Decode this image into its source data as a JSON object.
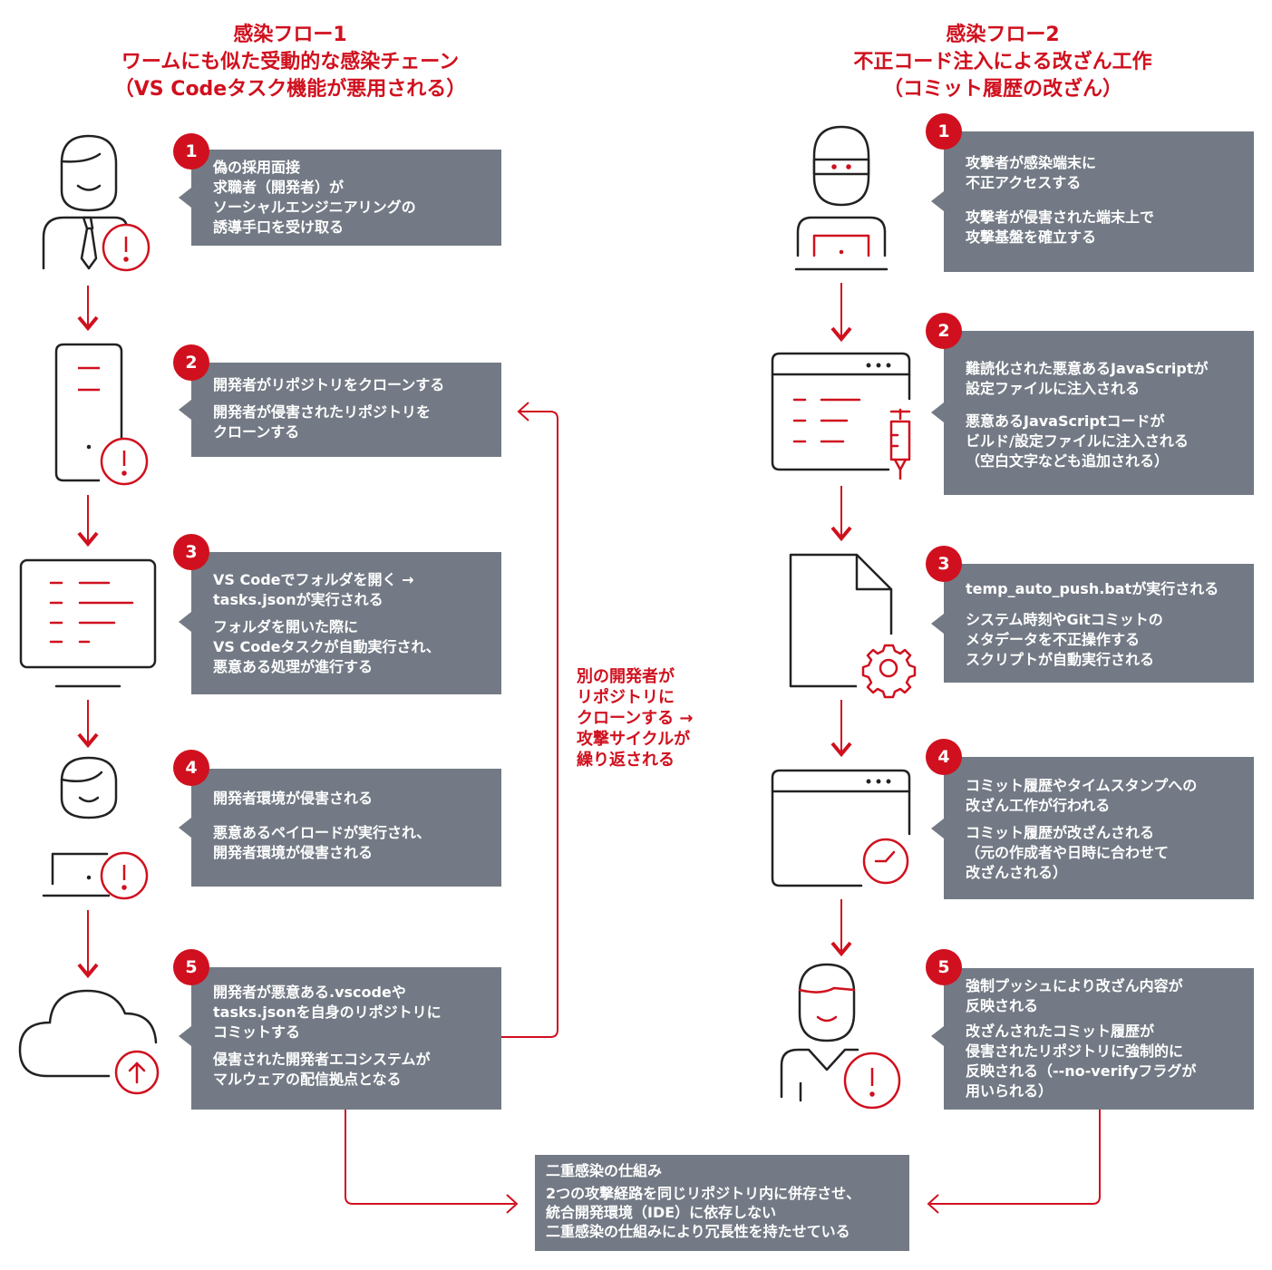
{
  "flow1": {
    "title": [
      "感染フロー1",
      "ワームにも似た受動的な感染チェーン",
      "（VS Codeタスク機能が悪用される）"
    ],
    "steps": [
      {
        "num": "1",
        "paras": [
          "偽の採用面接\n求職者（開発者）が\nソーシャルエンジニアリングの\n誘導手口を受け取る"
        ]
      },
      {
        "num": "2",
        "paras": [
          "開発者がリポジトリをクローンする",
          "開発者が侵害されたリポジトリを\nクローンする"
        ]
      },
      {
        "num": "3",
        "paras": [
          "VS Codeでフォルダを開く →\ntasks.jsonが実行される",
          "フォルダを開いた際に\nVS Codeタスクが自動実行され、\n悪意ある処理が進行する"
        ]
      },
      {
        "num": "4",
        "paras": [
          "開発者環境が侵害される",
          "悪意あるペイロードが実行され、\n開発者環境が侵害される"
        ]
      },
      {
        "num": "5",
        "paras": [
          "開発者が悪意ある.vscodeや\ntasks.jsonを自身のリポジトリに\nコミットする",
          "侵害された開発者エコシステムが\nマルウェアの配信拠点となる"
        ]
      }
    ],
    "cycle_text": "別の開発者が\nリポジトリに\nクローンする →\n攻撃サイクルが\n繰り返される"
  },
  "flow2": {
    "title": [
      "感染フロー2",
      "不正コード注入による改ざん工作",
      "（コミット履歴の改ざん）"
    ],
    "steps": [
      {
        "num": "1",
        "paras": [
          "攻撃者が感染端末に\n不正アクセスする",
          "攻撃者が侵害された端末上で\n攻撃基盤を確立する"
        ]
      },
      {
        "num": "2",
        "paras": [
          "難読化された悪意あるJavaScriptが\n設定ファイルに注入される",
          "悪意あるJavaScriptコードが\nビルド/設定ファイルに注入される\n（空白文字なども追加される）"
        ]
      },
      {
        "num": "3",
        "paras": [
          "temp_auto_push.batが実行される",
          "システム時刻やGitコミットの\nメタデータを不正操作する\nスクリプトが自動実行される"
        ]
      },
      {
        "num": "4",
        "paras": [
          "コミット履歴やタイムスタンプへの\n改ざん工作が行われる",
          "コミット履歴が改ざんされる\n（元の作成者や日時に合わせて\n改ざんされる）"
        ]
      },
      {
        "num": "5",
        "paras": [
          "強制プッシュにより改ざん内容が\n反映される",
          "改ざんされたコミット履歴が\n侵害されたリポジトリに強制的に\n反映される（--no-verifyフラグが\n用いられる）"
        ]
      }
    ]
  },
  "summary": {
    "title": "二重感染の仕組み",
    "lines": [
      "2つの攻撃経路を同じリポジトリ内に併存させ、",
      "統合開発環境（IDE）に依存しない",
      "二重感染の仕組みにより冗長性を持たせている"
    ]
  },
  "colors": {
    "accent": "#d0101e",
    "box": "#737a85",
    "icon": "#222222"
  }
}
